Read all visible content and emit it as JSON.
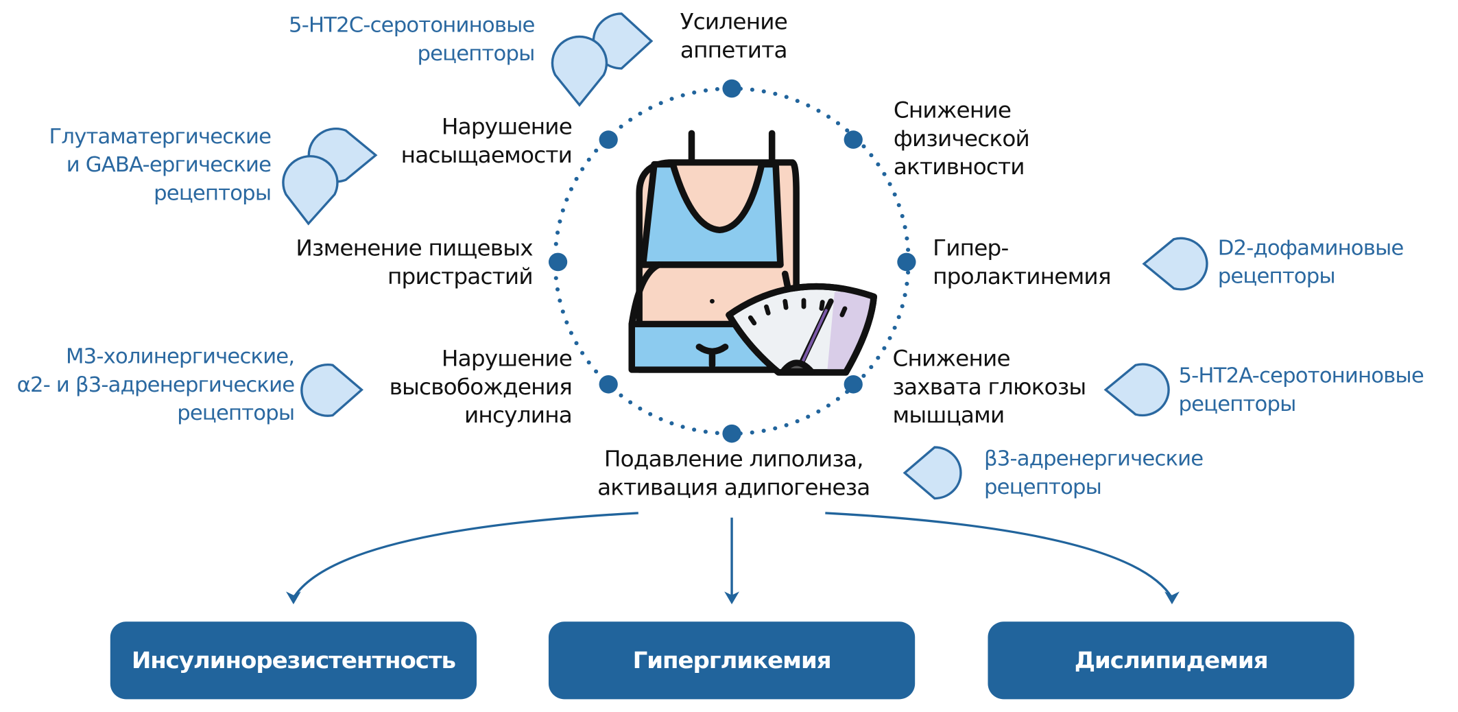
{
  "diagram": {
    "center_icon": "woman-with-scale-icon",
    "effects": [
      {
        "id": "appetite",
        "lines": [
          "Усиление",
          "аппетита"
        ]
      },
      {
        "id": "physical",
        "lines": [
          "Снижение",
          "физической",
          "активности"
        ]
      },
      {
        "id": "prolactin",
        "lines": [
          "Гипер-",
          "пролактинемия"
        ]
      },
      {
        "id": "glucose",
        "lines": [
          "Снижение",
          "захвата глюкозы",
          "мышцами"
        ]
      },
      {
        "id": "lipolysis",
        "lines": [
          "Подавление липолиза,",
          "активация адипогенеза"
        ]
      },
      {
        "id": "insulin",
        "lines": [
          "Нарушение",
          "высвобождения",
          "инсулина"
        ]
      },
      {
        "id": "food",
        "lines": [
          "Изменение пищевых",
          "пристрастий"
        ]
      },
      {
        "id": "satiety",
        "lines": [
          "Нарушение",
          "насыщаемости"
        ]
      }
    ],
    "receptors": [
      {
        "id": "ht2c",
        "lines": [
          "5-HT2C-серотониновые",
          "рецепторы"
        ]
      },
      {
        "id": "glut",
        "lines": [
          "Глутаматергические",
          "и GABA-ергические",
          "рецепторы"
        ]
      },
      {
        "id": "m3",
        "lines": [
          "М3-холинергические,",
          "α2- и β3-адренергические",
          "рецепторы"
        ]
      },
      {
        "id": "d2",
        "lines": [
          "D2-дофаминовые",
          "рецепторы"
        ]
      },
      {
        "id": "ht2a",
        "lines": [
          "5-HT2A-серотониновые",
          "рецепторы"
        ]
      },
      {
        "id": "b3",
        "lines": [
          "β3-адренергические",
          "рецепторы"
        ]
      }
    ],
    "outcomes": [
      "Инсулинорезистентность",
      "Гипергликемия",
      "Дислипидемия"
    ],
    "colors": {
      "accent": "#21649c",
      "receptor_text": "#2a68a0",
      "drop_fill": "#cfe4f7",
      "drop_stroke": "#2a68a0",
      "text": "#111111"
    }
  }
}
